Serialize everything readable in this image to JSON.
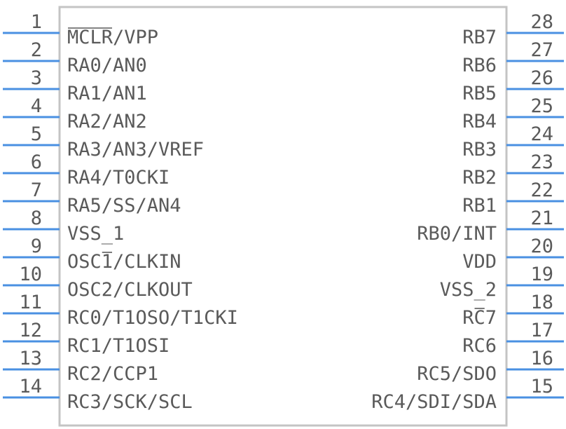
{
  "colors": {
    "pin_line": "#4a90e2",
    "body_outline": "#c4c4c4",
    "text": "#5a5a5a",
    "background": "#ffffff"
  },
  "left_pins": [
    {
      "number": "1",
      "name": "MCLR/VPP",
      "overline": "MCLR"
    },
    {
      "number": "2",
      "name": "RA0/AN0"
    },
    {
      "number": "3",
      "name": "RA1/AN1"
    },
    {
      "number": "4",
      "name": "RA2/AN2"
    },
    {
      "number": "5",
      "name": "RA3/AN3/VREF"
    },
    {
      "number": "6",
      "name": "RA4/T0CKI"
    },
    {
      "number": "7",
      "name": "RA5/SS/AN4"
    },
    {
      "number": "8",
      "name": "VSS_1"
    },
    {
      "number": "9",
      "name": "OSC1/CLKIN",
      "overline": "1"
    },
    {
      "number": "10",
      "name": "OSC2/CLKOUT"
    },
    {
      "number": "11",
      "name": "RC0/T1OSO/T1CKI"
    },
    {
      "number": "12",
      "name": "RC1/T1OSI"
    },
    {
      "number": "13",
      "name": "RC2/CCP1"
    },
    {
      "number": "14",
      "name": "RC3/SCK/SCL"
    }
  ],
  "right_pins": [
    {
      "number": "28",
      "name": "RB7"
    },
    {
      "number": "27",
      "name": "RB6"
    },
    {
      "number": "26",
      "name": "RB5"
    },
    {
      "number": "25",
      "name": "RB4"
    },
    {
      "number": "24",
      "name": "RB3"
    },
    {
      "number": "23",
      "name": "RB2"
    },
    {
      "number": "22",
      "name": "RB1"
    },
    {
      "number": "21",
      "name": "RB0/INT"
    },
    {
      "number": "20",
      "name": "VDD"
    },
    {
      "number": "19",
      "name": "VSS_2"
    },
    {
      "number": "18",
      "name": "RC7",
      "overline": "C"
    },
    {
      "number": "17",
      "name": "RC6"
    },
    {
      "number": "16",
      "name": "RC5/SDO"
    },
    {
      "number": "15",
      "name": "RC4/SDI/SDA"
    }
  ]
}
